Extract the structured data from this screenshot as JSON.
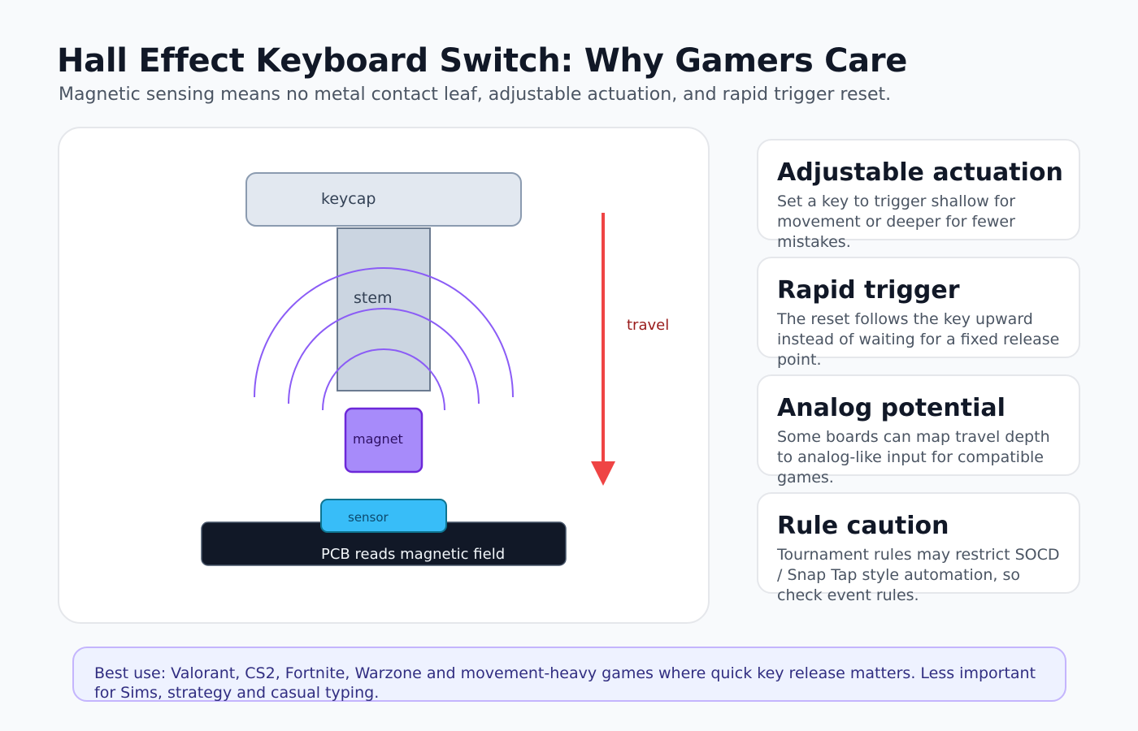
{
  "header": {
    "title": "Hall Effect Keyboard Switch: Why Gamers Care",
    "subtitle": "Magnetic sensing means no metal contact leaf, adjustable actuation, and rapid trigger reset."
  },
  "diagram": {
    "keycap_label": "keycap",
    "stem_label": "stem",
    "magnet_label": "magnet",
    "sensor_label": "sensor",
    "pcb_label": "PCB reads magnetic field",
    "travel_label": "travel",
    "colors": {
      "keycap": "#e2e8f0",
      "stem": "#cbd5e1",
      "magnet": "#a78bfa",
      "field_lines": "#8b5cf6",
      "sensor": "#38bdf8",
      "pcb": "#111827",
      "travel_arrow": "#ef4444"
    }
  },
  "cards": [
    {
      "title": "Adjustable actuation",
      "text": "Set a key to trigger shallow for movement or deeper for fewer mistakes."
    },
    {
      "title": "Rapid trigger",
      "text": "The reset follows the key upward instead of waiting for a fixed release point."
    },
    {
      "title": "Analog potential",
      "text": "Some boards can map travel depth to analog-like input for compatible games."
    },
    {
      "title": "Rule caution",
      "text": "Tournament rules may restrict SOCD / Snap Tap style automation, so check event rules."
    }
  ],
  "footer": {
    "text": "Best use: Valorant, CS2, Fortnite, Warzone and movement-heavy games where quick key release matters. Less important for Sims, strategy and casual typing."
  }
}
